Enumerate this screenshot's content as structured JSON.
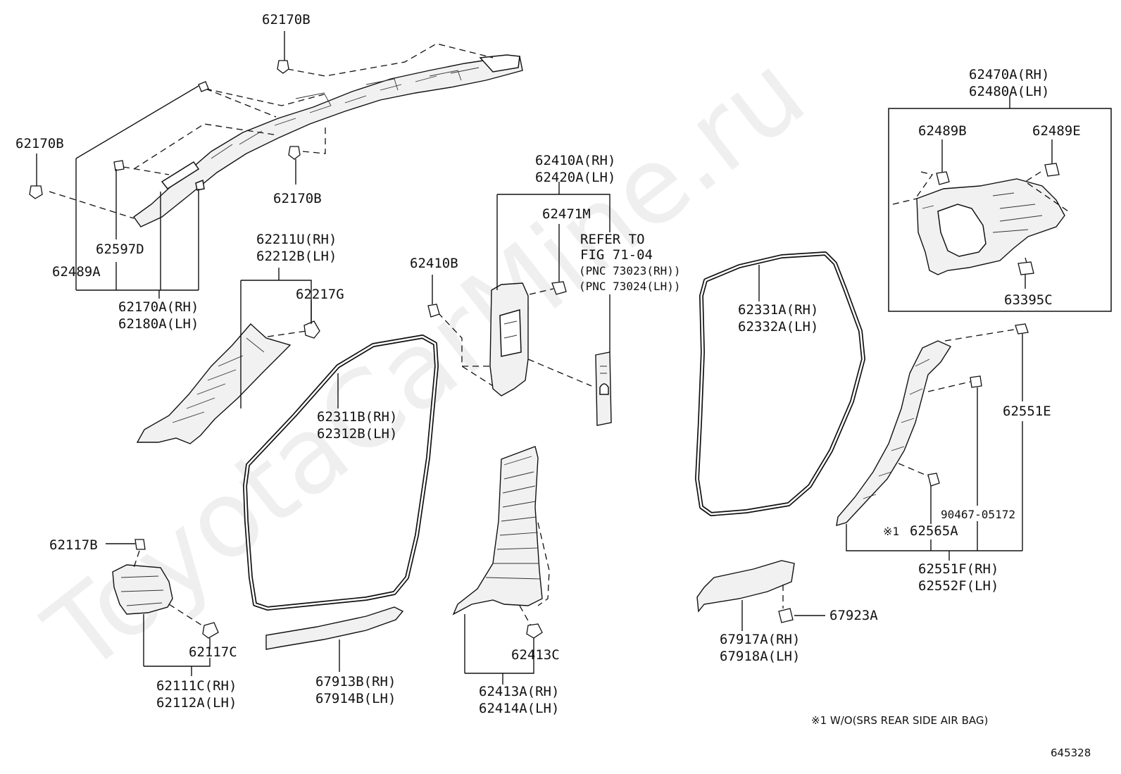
{
  "watermark": "ToyotaCarMine.ru",
  "diagram_number": "645328",
  "footnote": "※1 W/O(SRS REAR SIDE AIR BAG)",
  "refer": {
    "line1": "REFER TO",
    "line2": "FIG 71-04",
    "line3": "(PNC 73023(RH))",
    "line4": "(PNC 73024(LH))"
  },
  "labels": {
    "p62170B_top": "62170B",
    "p62170B_left": "62170B",
    "p62170B_mid": "62170B",
    "p62597D": "62597D",
    "p62489A": "62489A",
    "p62170A": "62170A(RH)",
    "p62180A": "62180A(LH)",
    "p62211U": "62211U(RH)",
    "p62212B": "62212B(LH)",
    "p62217G": "62217G",
    "p62410B": "62410B",
    "p62410A": "62410A(RH)",
    "p62420A": "62420A(LH)",
    "p62471M": "62471M",
    "p62311B": "62311B(RH)",
    "p62312B": "62312B(LH)",
    "p62117B": "62117B",
    "p62117C": "62117C",
    "p62111C": "62111C(RH)",
    "p62112A": "62112A(LH)",
    "p67913B": "67913B(RH)",
    "p67914B": "67914B(LH)",
    "p62413C": "62413C",
    "p62413A": "62413A(RH)",
    "p62414A": "62414A(LH)",
    "p62331A": "62331A(RH)",
    "p62332A": "62332A(LH)",
    "p62470A": "62470A(RH)",
    "p62480A": "62480A(LH)",
    "p62489B": "62489B",
    "p62489E": "62489E",
    "p63395C": "63395C",
    "p62551E": "62551E",
    "p90467": "90467-05172",
    "p62565A": "62565A",
    "note1": "※1",
    "p62551F": "62551F(RH)",
    "p62552F": "62552F(LH)",
    "p67917A": "67917A(RH)",
    "p67918A": "67918A(LH)",
    "p67923A": "67923A"
  }
}
